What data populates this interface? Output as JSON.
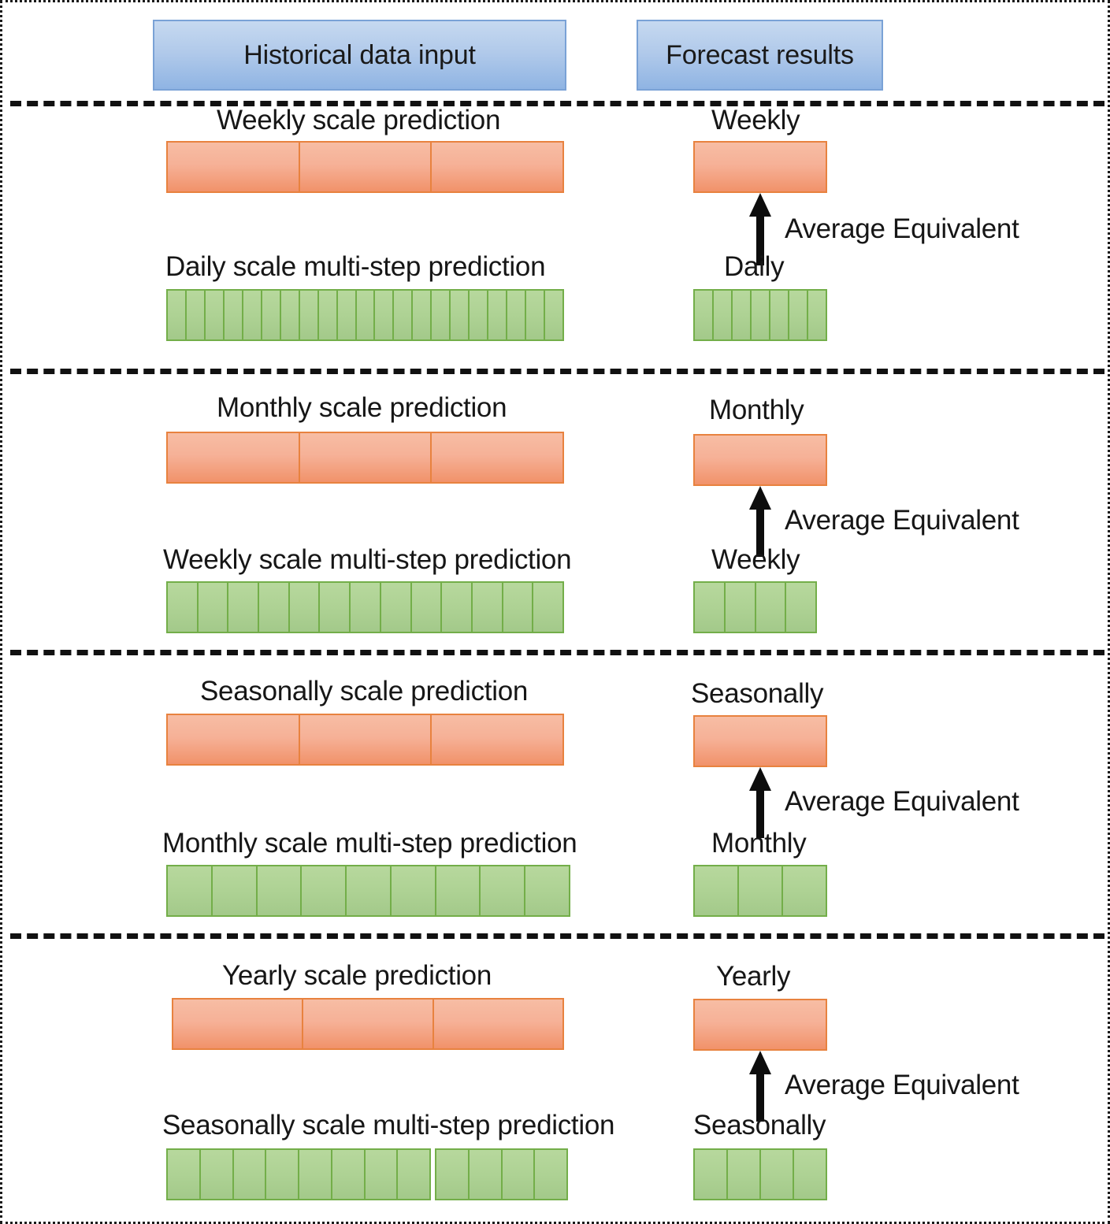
{
  "header": {
    "historical_label": "Historical data input",
    "forecast_label": "Forecast results"
  },
  "arrow_label": "Average Equivalent",
  "sections": [
    {
      "id": "daily-to-weekly",
      "input": {
        "target_caption": "Weekly scale prediction",
        "target_cells": 3,
        "source_caption": "Daily scale multi-step prediction",
        "source_cells": 21
      },
      "output": {
        "target_caption": "Weekly",
        "target_cells": 1,
        "source_caption": "Daily",
        "source_cells": 7,
        "arrow_label": "Average Equivalent"
      }
    },
    {
      "id": "weekly-to-monthly",
      "input": {
        "target_caption": "Monthly scale prediction",
        "target_cells": 3,
        "source_caption": "Weekly scale multi-step prediction",
        "source_cells": 13
      },
      "output": {
        "target_caption": "Monthly",
        "target_cells": 1,
        "source_caption": "Weekly",
        "source_cells": 4,
        "arrow_label": "Average Equivalent"
      }
    },
    {
      "id": "monthly-to-seasonally",
      "input": {
        "target_caption": "Seasonally scale prediction",
        "target_cells": 3,
        "source_caption": "Monthly scale multi-step prediction",
        "source_cells": 9
      },
      "output": {
        "target_caption": "Seasonally",
        "target_cells": 1,
        "source_caption": "Monthly",
        "source_cells": 3,
        "arrow_label": "Average Equivalent"
      }
    },
    {
      "id": "seasonally-to-yearly",
      "input": {
        "target_caption": "Yearly scale prediction",
        "target_cells": 3,
        "source_caption": "Seasonally scale multi-step prediction",
        "source_cells": 12
      },
      "output": {
        "target_caption": "Yearly",
        "target_cells": 1,
        "source_caption": "Seasonally",
        "source_cells": 4,
        "arrow_label": "Average Equivalent"
      }
    }
  ],
  "colors": {
    "banner_fill": "#b0c9ea",
    "banner_border": "#7aa2d6",
    "orange_fill": "#f6b197",
    "orange_border": "#e8823f",
    "green_fill": "#aed294",
    "green_border": "#73ae49",
    "frame_border": "#1a1a1a",
    "text": "#161616"
  }
}
